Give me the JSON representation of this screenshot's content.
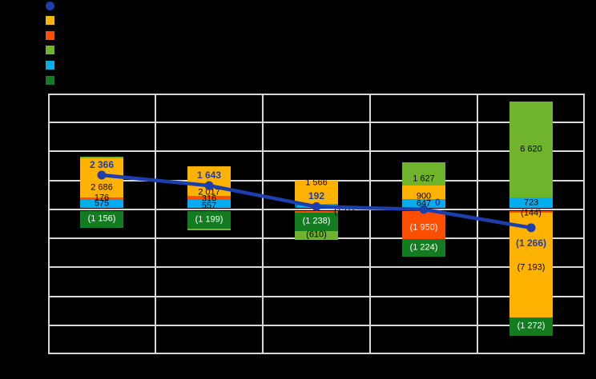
{
  "colors": {
    "background": "#000000",
    "plot_border": "#D6D6D6",
    "gridline": "#D9D9D9",
    "navy": "#1C3FAD",
    "amber": "#FFB200",
    "orange_red": "#FF4E00",
    "light_green": "#6FB42C",
    "light_blue": "#00AEEF",
    "dark_green": "#137C21",
    "label_dark": "#000000",
    "label_light": "#FFFFFF"
  },
  "legend": {
    "items": [
      {
        "name": "line-series",
        "shape": "circle",
        "color_key": "navy",
        "label": ""
      },
      {
        "name": "amber-series",
        "shape": "square",
        "color_key": "amber",
        "label": ""
      },
      {
        "name": "orange-red-series",
        "shape": "square",
        "color_key": "orange_red",
        "label": ""
      },
      {
        "name": "light-green-series",
        "shape": "square",
        "color_key": "light_green",
        "label": ""
      },
      {
        "name": "light-blue-series",
        "shape": "square",
        "color_key": "light_blue",
        "label": ""
      },
      {
        "name": "dark-green-series",
        "shape": "square",
        "color_key": "dark_green",
        "label": ""
      }
    ],
    "note": "Legend label text is rendered black on black background and is not visible in the image"
  },
  "chart_data": {
    "type": "combo stacked bar + line",
    "categories": [
      "",
      "",
      "",
      "",
      ""
    ],
    "x_labels_visible": false,
    "y_axis": {
      "min": -10000,
      "max": 8000,
      "step": 2000,
      "labels_visible": false,
      "grid": true
    },
    "legend_position": "top-left",
    "line": {
      "series": "navy",
      "values": [
        2366,
        1643,
        192,
        0,
        -1266
      ],
      "labels": [
        "2 366",
        "1 643",
        "192",
        "0",
        "(1 266)"
      ],
      "label_placement": [
        "above",
        "above",
        "above",
        "right",
        "below"
      ]
    },
    "bars": [
      {
        "segments": [
          {
            "series": "light_blue",
            "value": 575,
            "label": "575",
            "label_color": "dark"
          },
          {
            "series": "orange_red",
            "value": 176,
            "label": "176",
            "label_color": "dark"
          },
          {
            "series": "amber",
            "value": 2686,
            "label": "2 686",
            "label_color": "dark",
            "dy": 13
          },
          {
            "series": "light_green",
            "value": 140,
            "label": null
          },
          {
            "series": "dark_green",
            "value": -1156,
            "label": "(1 156)",
            "label_color": "light"
          }
        ]
      },
      {
        "segments": [
          {
            "series": "light_blue",
            "value": 557,
            "label": "557",
            "label_color": "dark",
            "dy": 3
          },
          {
            "series": "orange_red",
            "value": 316,
            "label": "316",
            "label_color": "dark",
            "dy": 2
          },
          {
            "series": "amber",
            "value": 2017,
            "label": "2 017",
            "label_color": "dark",
            "dy": 15
          },
          {
            "series": "dark_green",
            "value": -1199,
            "label": "(1 199)",
            "label_color": "light"
          },
          {
            "series": "light_green",
            "value": -150,
            "label": null
          }
        ]
      },
      {
        "segments": [
          {
            "series": "light_blue",
            "value": 312,
            "label": "312",
            "label_color": "dark",
            "placement": "outside-left"
          },
          {
            "series": "amber",
            "value": 1566,
            "label": "1 566",
            "label_color": "dark",
            "dy": -12
          },
          {
            "series": "orange_red",
            "value": -131,
            "label": "(131)",
            "label_color": "dark",
            "placement": "outside-right"
          },
          {
            "series": "dark_green",
            "value": -1238,
            "label": "(1 238)",
            "label_color": "light"
          },
          {
            "series": "light_green",
            "value": -610,
            "label": "(610)",
            "label_color": "dark"
          }
        ]
      },
      {
        "segments": [
          {
            "series": "light_blue",
            "value": 647,
            "label": "647",
            "label_color": "dark"
          },
          {
            "series": "amber",
            "value": 900,
            "label": "900",
            "label_color": "dark",
            "dy": 5
          },
          {
            "series": "light_green",
            "value": 1627,
            "label": "1 627",
            "label_color": "dark",
            "dy": 6
          },
          {
            "series": "orange_red",
            "value": -1950,
            "label": "(1 950)",
            "label_color": "light",
            "dy": 3
          },
          {
            "series": "dark_green",
            "value": -1224,
            "label": "(1 224)",
            "label_color": "light"
          }
        ]
      },
      {
        "segments": [
          {
            "series": "light_blue",
            "value": 723,
            "label": "723",
            "label_color": "dark"
          },
          {
            "series": "light_green",
            "value": 6620,
            "label": "6 620",
            "label_color": "dark"
          },
          {
            "series": "orange_red",
            "value": -144,
            "label": "(144)",
            "label_color": "dark",
            "dy": 2
          },
          {
            "series": "amber",
            "value": -7193,
            "label": "(7 193)",
            "label_color": "dark",
            "dy": 3
          },
          {
            "series": "dark_green",
            "value": -1272,
            "label": "(1 272)",
            "label_color": "light"
          }
        ]
      }
    ],
    "notes": "Segments with label null have heights estimated from pixels; their data labels are black text on the black background and not legible. Axis tick labels, category labels, chart title and legend text are likewise invisible (black on black)."
  }
}
